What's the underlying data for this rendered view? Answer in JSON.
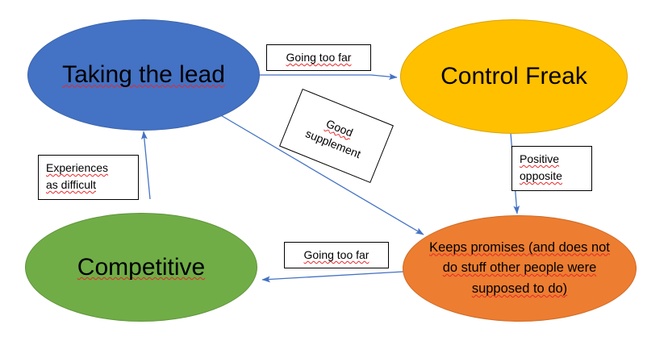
{
  "diagram": {
    "type": "cycle-flow-diagram",
    "background_color": "#FFFFFF",
    "edge_color": "#4472C4",
    "box_border_color": "#000000",
    "spellcheck_underline_color": "#E8282A",
    "nodes": [
      {
        "id": "taking-the-lead",
        "label": "Taking the lead",
        "color": "#4472C4",
        "shape": "ellipse",
        "position": "top-left"
      },
      {
        "id": "control-freak",
        "label": "Control Freak",
        "color": "#FFC000",
        "shape": "ellipse",
        "position": "top-right"
      },
      {
        "id": "competitive",
        "label": "Competitive",
        "color": "#70AD47",
        "shape": "ellipse",
        "position": "bottom-left"
      },
      {
        "id": "keeps-promises",
        "label_lines": [
          "Keeps promises (and does not",
          "do stuff other people were",
          "supposed to do)"
        ],
        "color": "#ED7D31",
        "shape": "ellipse",
        "position": "bottom-right"
      }
    ],
    "edge_labels": [
      {
        "id": "going-too-far-top",
        "lines": [
          "Going too far"
        ],
        "from": "taking-the-lead",
        "to": "control-freak",
        "rotation": 0
      },
      {
        "id": "good-supplement",
        "lines": [
          "Good",
          "supplement"
        ],
        "from": "taking-the-lead",
        "to": "keeps-promises",
        "rotation": 22
      },
      {
        "id": "positive-opposite",
        "lines": [
          "Positive",
          "opposite"
        ],
        "from": "control-freak",
        "to": "keeps-promises",
        "rotation": 0
      },
      {
        "id": "going-too-far-bottom",
        "lines": [
          "Going too far"
        ],
        "from": "keeps-promises",
        "to": "competitive",
        "rotation": 0
      },
      {
        "id": "experiences-as-difficult",
        "lines": [
          "Experiences",
          "as difficult"
        ],
        "from": "competitive",
        "to": "taking-the-lead",
        "rotation": 0
      }
    ]
  }
}
